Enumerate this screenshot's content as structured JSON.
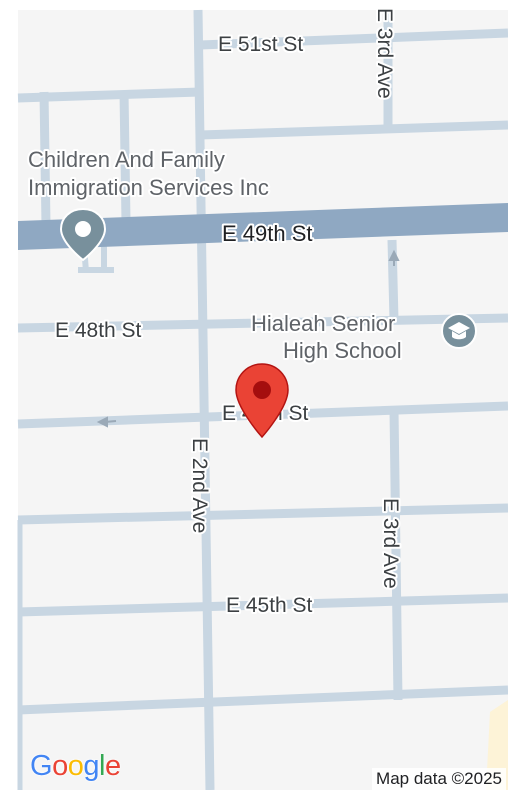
{
  "map": {
    "streets": {
      "e51st": "E 51st St",
      "e49th": "E 49th St",
      "e48th": "E 48th St",
      "e47th": "E 47th St",
      "e45th": "E 45th St",
      "e2nd_ave": "E 2nd Ave",
      "e3rd_ave_north": "E 3rd Ave",
      "e3rd_ave_south": "E 3rd Ave"
    },
    "places": {
      "immigration_services": {
        "line1": "Children And Family",
        "line2": "Immigration Services Inc",
        "icon": "place-icon"
      },
      "senior_high_school": {
        "line1": "Hialeah Senior",
        "line2": "High School",
        "icon": "graduation-cap-icon"
      }
    },
    "marker": {
      "icon": "location-pin-icon",
      "color": "#ea4335"
    },
    "colors": {
      "land": "#f5f5f5",
      "minor_road": "#c8d6e2",
      "main_road": "#8fa8c2",
      "poi_pin": "#78909c"
    }
  },
  "branding": {
    "logo": {
      "letters": [
        "G",
        "o",
        "o",
        "g",
        "l",
        "e"
      ],
      "colors": [
        "#4285f4",
        "#ea4335",
        "#fbbc04",
        "#4285f4",
        "#34a853",
        "#ea4335"
      ]
    },
    "attribution": "Map data ©2025"
  }
}
